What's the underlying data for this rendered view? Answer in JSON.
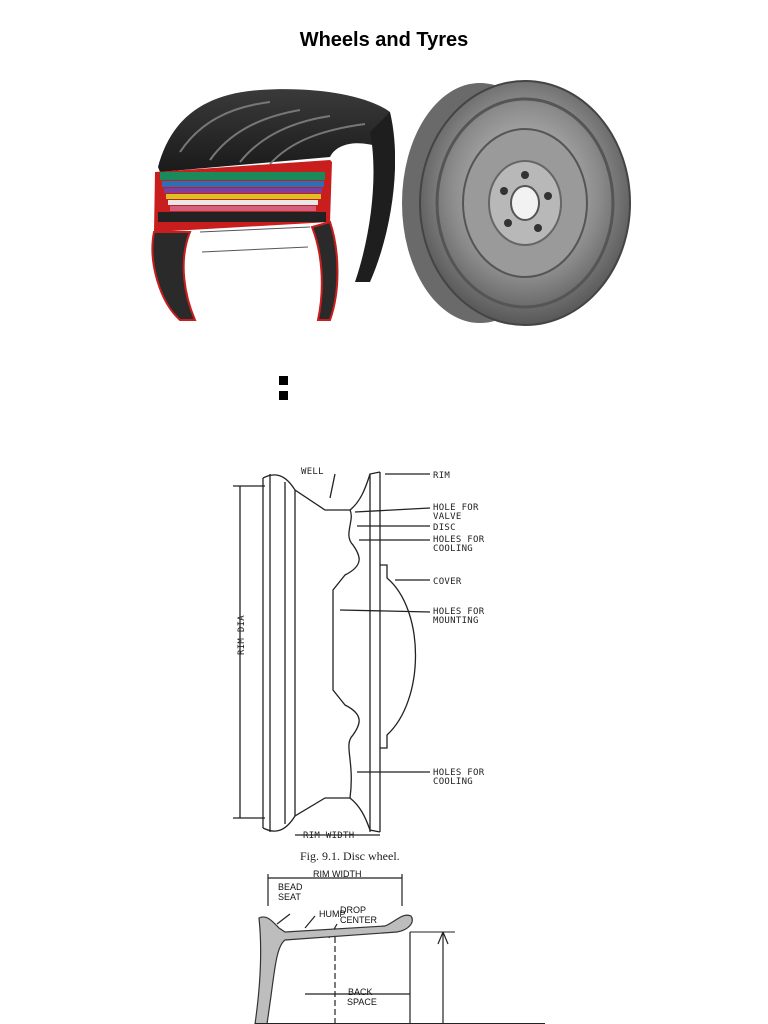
{
  "page": {
    "title": "Wheels and Tyres"
  },
  "illustrations": {
    "tyre": {
      "name": "tyre-cross-section-illustration"
    },
    "wheel": {
      "name": "steel-wheel-rim-illustration"
    }
  },
  "disc_wheel_figure": {
    "caption": "Fig. 9.1. Disc wheel.",
    "labels": {
      "well": "WELL",
      "rim": "RIM",
      "hole_for_valve_1": "HOLE FOR",
      "hole_for_valve_2": "VALVE",
      "disc": "DISC",
      "holes_cooling_1": "HOLES FOR",
      "holes_cooling_2": "COOLING",
      "cover": "COVER",
      "holes_mounting_1": "HOLES FOR",
      "holes_mounting_2": "MOUNTING",
      "holes_cooling_b1": "HOLES FOR",
      "holes_cooling_b2": "COOLING",
      "rim_dia": "RIM DIA",
      "rim_width": "RIM WIDTH"
    }
  },
  "rim_profile_figure": {
    "labels": {
      "rim_width": "RIM WIDTH",
      "bead_1": "BEAD",
      "bead_2": "SEAT",
      "hump": "HUMP",
      "drop_1": "DROP",
      "drop_2": "CENTER",
      "back_1": "BACK",
      "back_2": "SPACE"
    }
  }
}
